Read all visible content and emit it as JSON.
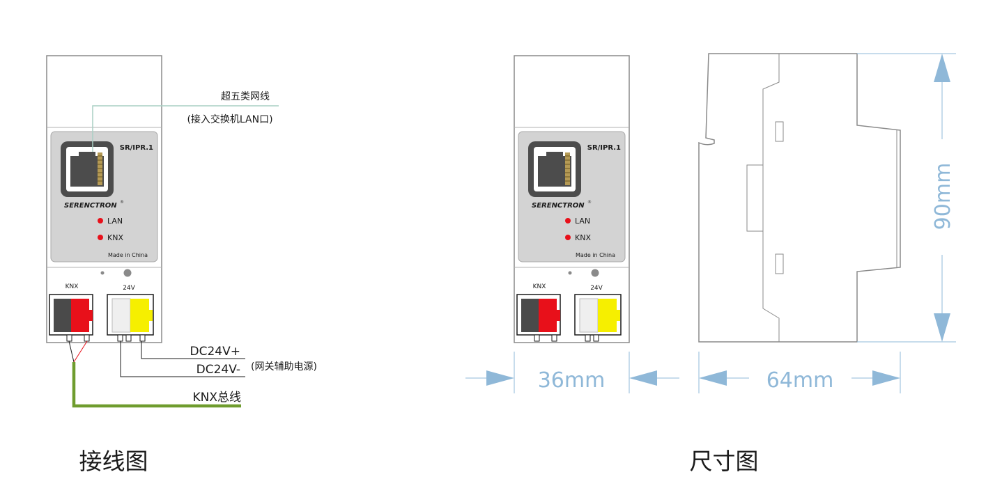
{
  "wiring": {
    "caption": "接线图",
    "cable_label_line1": "超五类网线",
    "cable_label_line2": "(接入交换机LAN口)",
    "dc_plus": "DC24V+",
    "dc_minus": "DC24V-",
    "aux_power": "(网关辅助电源)",
    "knx_bus": "KNX总线"
  },
  "device": {
    "model": "SR/IPR.1",
    "brand": "SERENCTRON",
    "registered": "®",
    "led_lan": "LAN",
    "led_knx": "KNX",
    "made_in": "Made in China",
    "terminal_knx": "KNX",
    "terminal_24v": "24V"
  },
  "dimensions": {
    "caption": "尺寸图",
    "width_label": "36mm",
    "depth_label": "64mm",
    "height_label": "90mm"
  },
  "colors": {
    "led": "#e8101a",
    "knx_red": "#e8101a",
    "power_yellow": "#f6ef00",
    "dark_terminal": "#4a4a4a",
    "cable_line": "#a9cfc4",
    "bus_green": "#6f9c2e",
    "dimension_blue": "#8fb8d8",
    "panel_gray": "#d3d3d3"
  }
}
